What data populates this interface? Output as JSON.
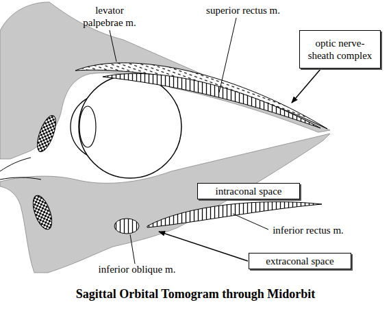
{
  "diagram": {
    "title": "Sagittal Orbital Tomogram through Midorbit",
    "nodes": [
      {
        "text": [
          "optic nerve-sheath complex"
        ]
      },
      {
        "text": [
          "intraconal space"
        ]
      },
      {
        "text": [
          "extraconal space"
        ]
      }
    ],
    "labels": [
      "levator palpebrae m.",
      "superior rectus m.",
      "inferior rectus m.",
      "inferior oblique m."
    ]
  }
}
